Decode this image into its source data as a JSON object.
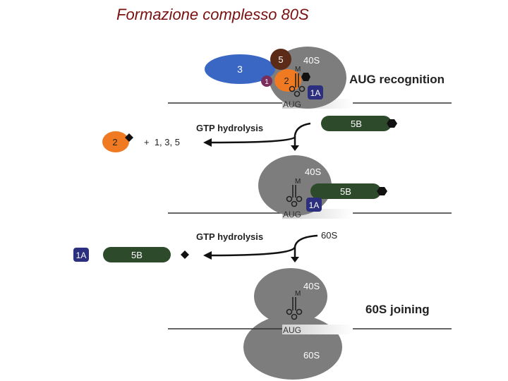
{
  "title": "Formazione complesso 80S",
  "labels": {
    "aug_recognition": "AUG recognition",
    "joining_60s": "60S joining",
    "gtp_hydrolysis_1": "GTP hydrolysis",
    "gtp_hydrolysis_2": "GTP hydrolysis",
    "released_factors": "+  1, 3, 5",
    "sixty_s_incoming": "60S"
  },
  "stage1": {
    "ribosome": "40S",
    "eif3": "3",
    "eif5": "5",
    "eif1": "1",
    "eif2": "2",
    "met": "M",
    "eif1a": "1A",
    "codon": "AUG"
  },
  "eif5b_free": "5B",
  "eif2_released": "2",
  "stage2": {
    "ribosome": "40S",
    "met": "M",
    "eif5b": "5B",
    "eif1a": "1A",
    "codon": "AUG"
  },
  "released2": {
    "eif1a": "1A",
    "eif5b": "5B"
  },
  "stage3": {
    "small": "40S",
    "met": "M",
    "codon": "AUG",
    "large": "60S"
  },
  "colors": {
    "title": "#7a1010",
    "ribosome": "#7d7d7d",
    "eif3": "#3a66c4",
    "eif5": "#5b2b18",
    "eif1": "#7a2e5c",
    "eif2": "#f07a22",
    "eif1a": "#2b2f7d",
    "eif5b": "#2d4a2a"
  }
}
